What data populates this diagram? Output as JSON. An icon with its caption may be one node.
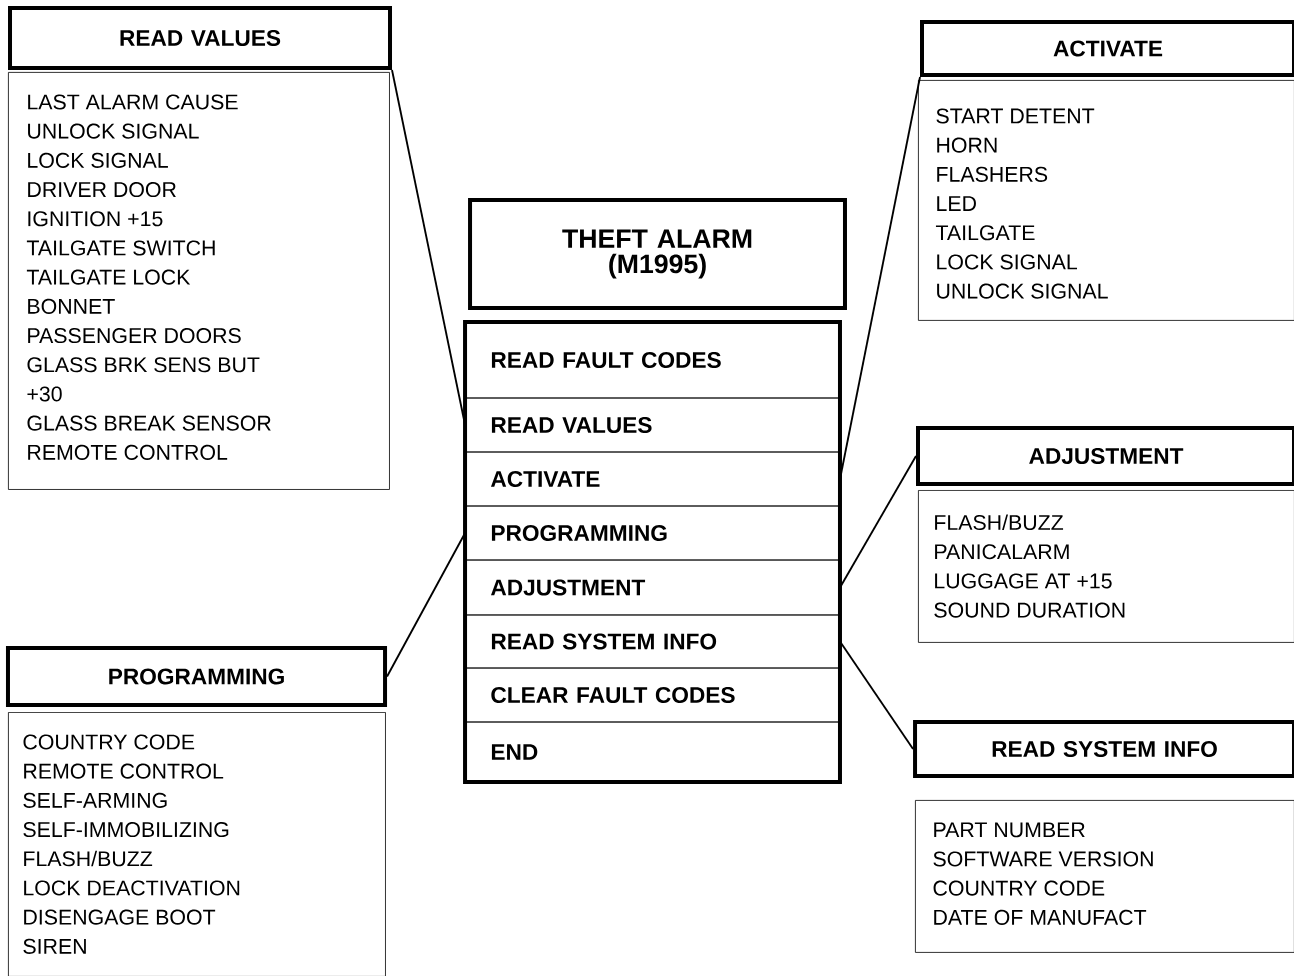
{
  "diagram": {
    "nodes": [
      {
        "text": [
          "READ VALUES"
        ]
      },
      {
        "text": [
          "LAST ALARM CAUSE",
          "UNLOCK SIGNAL",
          "LOCK SIGNAL",
          "DRIVER DOOR",
          "IGNITION +15",
          "TAILGATE SWITCH",
          "TAILGATE LOCK",
          "BONNET",
          "PASSENGER DOORS",
          "GLASS BRK SENS BUT",
          "+30",
          "GLASS BREAK SENSOR",
          "REMOTE CONTROL"
        ]
      },
      {
        "text": [
          "ACTIVATE"
        ]
      },
      {
        "text": [
          "START DETENT",
          "HORN",
          "FLASHERS",
          "LED",
          "TAILGATE",
          "LOCK SIGNAL",
          "UNLOCK SIGNAL"
        ]
      },
      {
        "text": [
          "THEFT ALARM (M1995)"
        ]
      },
      {
        "text": [],
        "shape": "box"
      },
      {
        "text": [
          "READ FAULT CODES"
        ],
        "in": 5
      },
      {
        "text": [
          "READ VALUES"
        ],
        "in": 5
      },
      {
        "text": [
          "ACTIVATE"
        ],
        "in": 5
      },
      {
        "text": [
          "PROGRAMMING"
        ],
        "in": 5
      },
      {
        "text": [
          "ADJUSTMENT"
        ],
        "in": 5
      },
      {
        "text": [
          "READ SYSTEM INFO"
        ],
        "in": 5
      },
      {
        "text": [
          "CLEAR FAULT CODES"
        ],
        "in": 5
      },
      {
        "text": [
          "END"
        ],
        "in": 5
      },
      {
        "text": [
          "ADJUSTMENT"
        ]
      },
      {
        "text": [
          "FLASH/BUZZ",
          "PANICALARM",
          "LUGGAGE AT +15",
          "SOUND DURATION"
        ]
      },
      {
        "text": [
          "PROGRAMMING"
        ]
      },
      {
        "text": [
          "COUNTRY CODE",
          "REMOTE CONTROL",
          "SELF-ARMING",
          "SELF-IMMOBILIZING",
          "FLASH/BUZZ",
          "LOCK DEACTIVATION",
          "DISENGAGE BOOT",
          "SIREN"
        ]
      },
      {
        "text": [
          "READ SYSTEM INFO"
        ]
      },
      {
        "text": [
          "PART NUMBER",
          "SOFTWARE VERSION",
          "COUNTRY CODE",
          "DATE OF MANUFACT"
        ]
      }
    ],
    "edges": [
      {
        "from": 0,
        "to": 7,
        "arrow": "none"
      },
      {
        "from": 2,
        "to": 8,
        "arrow": "none"
      },
      {
        "from": 16,
        "to": 9,
        "arrow": "none"
      },
      {
        "from": 14,
        "to": 10,
        "arrow": "none"
      },
      {
        "from": 18,
        "to": 11,
        "arrow": "none"
      }
    ]
  }
}
